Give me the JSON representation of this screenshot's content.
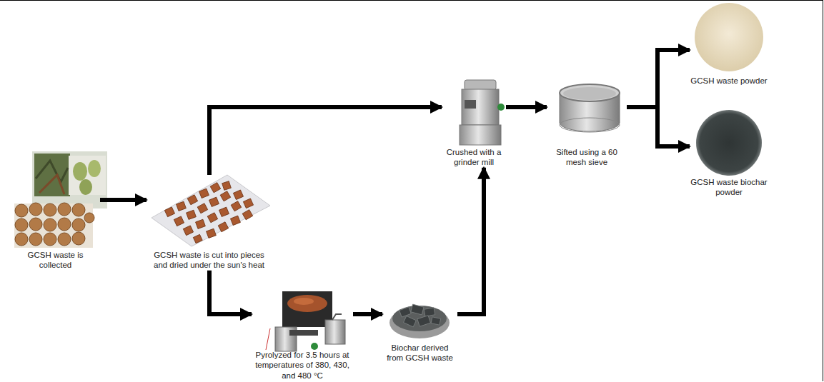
{
  "diagram": {
    "nodes": [
      {
        "text": [
          "GCSH waste is collected"
        ]
      },
      {
        "text": [
          "GCSH waste is cut into pieces and dried under the sun's heat"
        ]
      },
      {
        "text": [
          "Crushed with a grinder mill"
        ]
      },
      {
        "text": [
          "Sifted using a 60 mesh sieve"
        ]
      },
      {
        "text": [
          "GCSH waste powder"
        ]
      },
      {
        "text": [
          "GCSH waste biochar powder"
        ]
      },
      {
        "text": [
          "Pyrolyzed for 3.5 hours at temperatures of 380, 430, and 480 °C"
        ]
      },
      {
        "text": [
          "Biochar derived from GCSH waste"
        ]
      }
    ],
    "edges": [
      {
        "from": 0,
        "to": 1,
        "arrow": "to"
      },
      {
        "from": 1,
        "to": 2,
        "arrow": "to"
      },
      {
        "from": 1,
        "to": 6,
        "arrow": "to"
      },
      {
        "from": 6,
        "to": 7,
        "arrow": "to"
      },
      {
        "from": 7,
        "to": 2,
        "arrow": "to"
      },
      {
        "from": 2,
        "to": 3,
        "arrow": "to"
      },
      {
        "from": 3,
        "to": 4,
        "arrow": "to"
      },
      {
        "from": 3,
        "to": 5,
        "arrow": "to"
      }
    ]
  }
}
